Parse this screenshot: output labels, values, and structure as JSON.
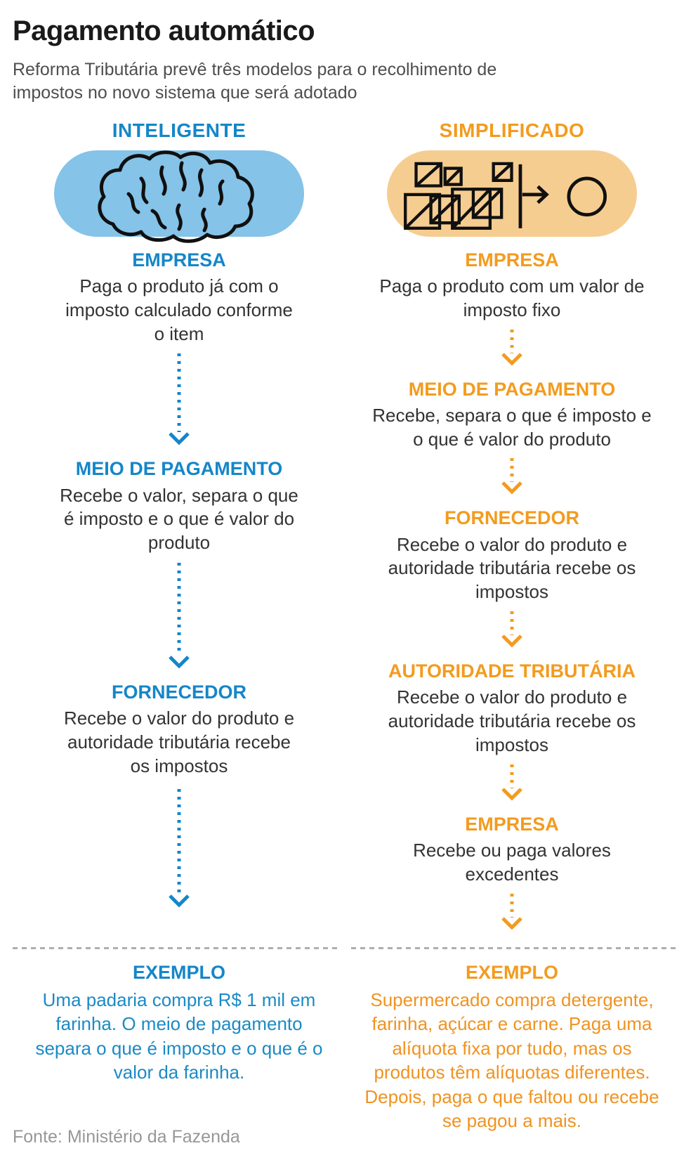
{
  "header": {
    "title": "Pagamento automático",
    "subtitle": "Reforma Tributária prevê três modelos para o recolhimento de impostos no novo sistema que será adotado"
  },
  "colors": {
    "blue_accent": "#1586c8",
    "blue_pill": "#85c3e8",
    "orange_accent": "#f39b1e",
    "orange_pill": "#f6cd90",
    "body_text": "#333333",
    "source_text": "#979797"
  },
  "columns": [
    {
      "id": "inteligente",
      "label": "INTELIGENTE",
      "icon": "brain-icon",
      "steps": [
        {
          "title": "EMPRESA",
          "text": "Paga o produto já com o imposto calculado conforme o item"
        },
        {
          "title": "MEIO DE PAGAMENTO",
          "text": "Recebe o valor, separa o que é imposto e o que é valor do produto"
        },
        {
          "title": "FORNECEDOR",
          "text": "Recebe o valor do produto e autoridade tributária recebe os impostos"
        }
      ],
      "example": {
        "title": "EXEMPLO",
        "text": "Uma padaria compra R$ 1 mil em farinha. O meio de pagamento separa o que é imposto e o que é o valor da farinha."
      }
    },
    {
      "id": "simplificado",
      "label": "SIMPLIFICADO",
      "icon": "items-to-single-value-icon",
      "steps": [
        {
          "title": "EMPRESA",
          "text": "Paga o produto com um valor de imposto fixo"
        },
        {
          "title": "MEIO DE PAGAMENTO",
          "text": "Recebe, separa o que é imposto e o que é valor do produto"
        },
        {
          "title": "FORNECEDOR",
          "text": "Recebe o valor do produto e autoridade tributária recebe os impostos"
        },
        {
          "title": "AUTORIDADE TRIBUTÁRIA",
          "text": "Recebe o valor do produto e autoridade tributária recebe os impostos"
        },
        {
          "title": "EMPRESA",
          "text": "Recebe ou paga valores excedentes"
        }
      ],
      "example": {
        "title": "EXEMPLO",
        "text": "Supermercado compra detergente, farinha, açúcar e carne. Paga uma alíquota fixa por tudo, mas os produtos têm alíquotas diferentes. Depois, paga o que faltou ou recebe se pagou a mais."
      }
    }
  ],
  "footer": {
    "source": "Fonte: Ministério da Fazenda"
  }
}
